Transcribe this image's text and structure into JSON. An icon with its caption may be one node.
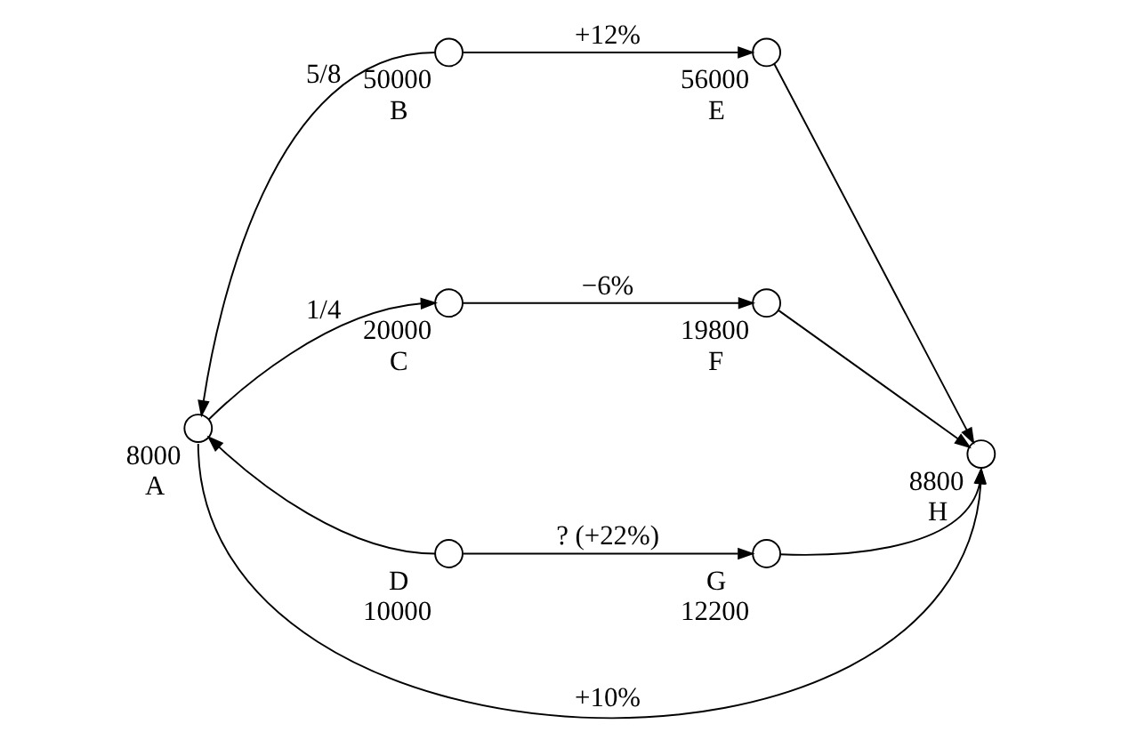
{
  "diagram": {
    "nodes": [
      {
        "text": [],
        "shape": "circle",
        "beside": [
          "50000",
          "B"
        ]
      },
      {
        "text": [],
        "shape": "circle",
        "beside": [
          "56000",
          "E"
        ]
      },
      {
        "text": [],
        "shape": "circle",
        "beside": [
          "8000",
          "A"
        ]
      },
      {
        "text": [],
        "shape": "circle",
        "beside": [
          "20000",
          "C"
        ]
      },
      {
        "text": [],
        "shape": "circle",
        "beside": [
          "19800",
          "F"
        ]
      },
      {
        "text": [],
        "shape": "circle",
        "beside": [
          "8800",
          "H"
        ]
      },
      {
        "text": [],
        "shape": "circle",
        "beside": [
          "D",
          "10000"
        ]
      },
      {
        "text": [],
        "shape": "circle",
        "beside": [
          "G",
          "12200"
        ]
      }
    ],
    "edges": [
      {
        "from": 0,
        "to": 2,
        "arrow": "to",
        "label": "5/8"
      },
      {
        "from": 0,
        "to": 1,
        "arrow": "to",
        "label": "+12%"
      },
      {
        "from": 1,
        "to": 5,
        "arrow": "to"
      },
      {
        "from": 2,
        "to": 3,
        "arrow": "to",
        "label": "1/4"
      },
      {
        "from": 3,
        "to": 4,
        "arrow": "to",
        "label": "−6%"
      },
      {
        "from": 4,
        "to": 5,
        "arrow": "to"
      },
      {
        "from": 6,
        "to": 2,
        "arrow": "to"
      },
      {
        "from": 6,
        "to": 7,
        "arrow": "to",
        "label": "? (+22%)"
      },
      {
        "from": 7,
        "to": 5,
        "arrow": "to"
      },
      {
        "from": 2,
        "to": 5,
        "arrow": "to",
        "label": "+10%"
      }
    ]
  }
}
